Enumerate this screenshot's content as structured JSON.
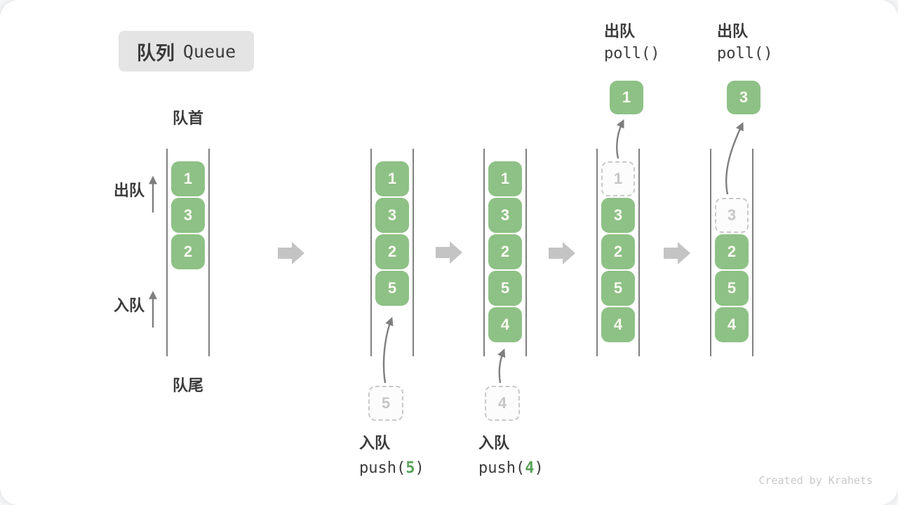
{
  "title": {
    "zh": "队列",
    "en": "Queue"
  },
  "labels": {
    "front": "队首",
    "rear": "队尾",
    "dequeue": "出队",
    "enqueue": "入队"
  },
  "queue_states": [
    {
      "cells": [
        {
          "slot": 0,
          "value": "1",
          "style": "solid"
        },
        {
          "slot": 1,
          "value": "3",
          "style": "solid"
        },
        {
          "slot": 2,
          "value": "2",
          "style": "solid"
        }
      ]
    },
    {
      "cells": [
        {
          "slot": 0,
          "value": "1",
          "style": "solid"
        },
        {
          "slot": 1,
          "value": "3",
          "style": "solid"
        },
        {
          "slot": 2,
          "value": "2",
          "style": "solid"
        },
        {
          "slot": 3,
          "value": "5",
          "style": "solid"
        }
      ]
    },
    {
      "cells": [
        {
          "slot": 0,
          "value": "1",
          "style": "solid"
        },
        {
          "slot": 1,
          "value": "3",
          "style": "solid"
        },
        {
          "slot": 2,
          "value": "2",
          "style": "solid"
        },
        {
          "slot": 3,
          "value": "5",
          "style": "solid"
        },
        {
          "slot": 4,
          "value": "4",
          "style": "solid"
        }
      ]
    },
    {
      "cells": [
        {
          "slot": 0,
          "value": "1",
          "style": "dashed"
        },
        {
          "slot": 1,
          "value": "3",
          "style": "solid"
        },
        {
          "slot": 2,
          "value": "2",
          "style": "solid"
        },
        {
          "slot": 3,
          "value": "5",
          "style": "solid"
        },
        {
          "slot": 4,
          "value": "4",
          "style": "solid"
        }
      ]
    },
    {
      "cells": [
        {
          "slot": 1,
          "value": "3",
          "style": "dashed"
        },
        {
          "slot": 2,
          "value": "2",
          "style": "solid"
        },
        {
          "slot": 3,
          "value": "5",
          "style": "solid"
        },
        {
          "slot": 4,
          "value": "4",
          "style": "solid"
        }
      ]
    }
  ],
  "poll_ops": [
    {
      "label": "出队",
      "code": "poll()",
      "value": "1"
    },
    {
      "label": "出队",
      "code": "poll()",
      "value": "3"
    }
  ],
  "push_ops": [
    {
      "label": "入队",
      "code_pre": "push(",
      "arg": "5",
      "code_post": ")",
      "value": "5"
    },
    {
      "label": "入队",
      "code_pre": "push(",
      "arg": "4",
      "code_post": ")",
      "value": "4"
    }
  ],
  "watermark": "Created by Krahets",
  "colors": {
    "box_green": "#8EC186",
    "box_text": "#FBFBF2",
    "dashed_border": "#C9C9C9",
    "dashed_text": "#C6C6C6",
    "container_line": "#4A4A4A",
    "block_arrow": "#C4C4C4",
    "thin_arrow": "#7E7E7E",
    "label_text": "#3A3A3A",
    "badge_bg": "#E4E4E4",
    "arg_green": "#57A157",
    "watermark_text": "#C9C9C9"
  }
}
